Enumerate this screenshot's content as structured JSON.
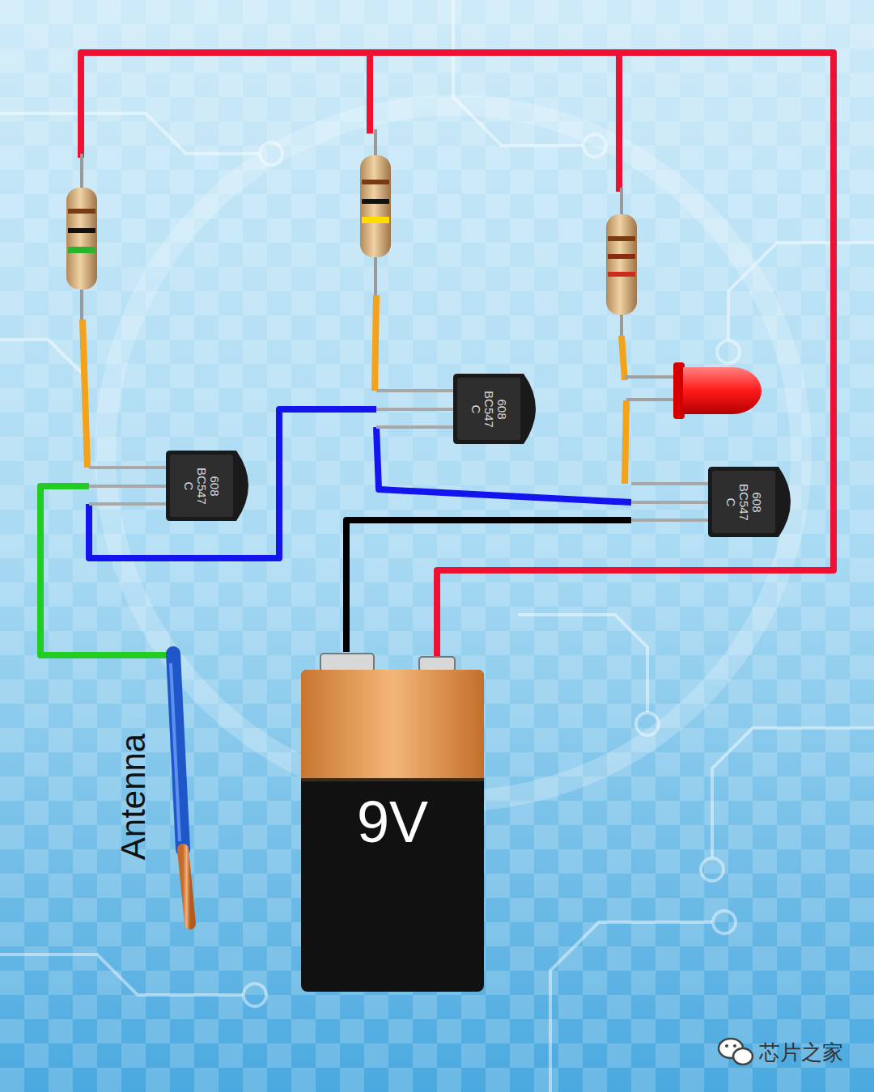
{
  "diagram": {
    "nodes": [
      {
        "text": [
          "608",
          "BC547",
          "C"
        ]
      },
      {
        "text": [
          "608",
          "BC547",
          "C"
        ]
      },
      {
        "text": [
          "608",
          "BC547",
          "C"
        ]
      },
      {
        "text": [
          "9V"
        ]
      }
    ],
    "edges": [
      {
        "from": 0,
        "to": 1,
        "arrow": "none"
      },
      {
        "from": 1,
        "to": 2,
        "arrow": "none"
      },
      {
        "from": 2,
        "to": 3,
        "arrow": "none"
      }
    ],
    "labels": [
      "Antenna",
      "芯片之家"
    ]
  }
}
